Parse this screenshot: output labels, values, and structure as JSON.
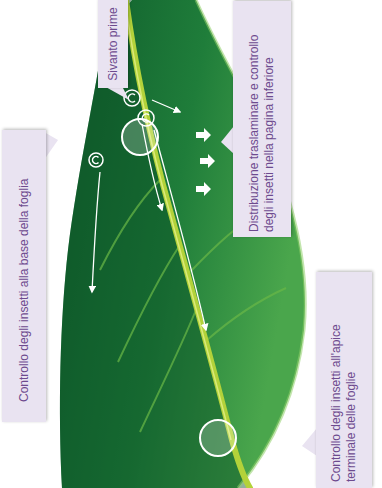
{
  "diagram": {
    "nodes": [
      {
        "text": [
          "Sivanto prime"
        ]
      },
      {
        "text": [
          "Distribuzione traslaminare e controllo degli insetti nella pagina inferiore"
        ]
      },
      {
        "text": [
          "Controllo degli insetti alla base della foglia"
        ]
      },
      {
        "text": [
          "Controllo degli insetti all'apice terminale delle foglie"
        ]
      }
    ]
  }
}
